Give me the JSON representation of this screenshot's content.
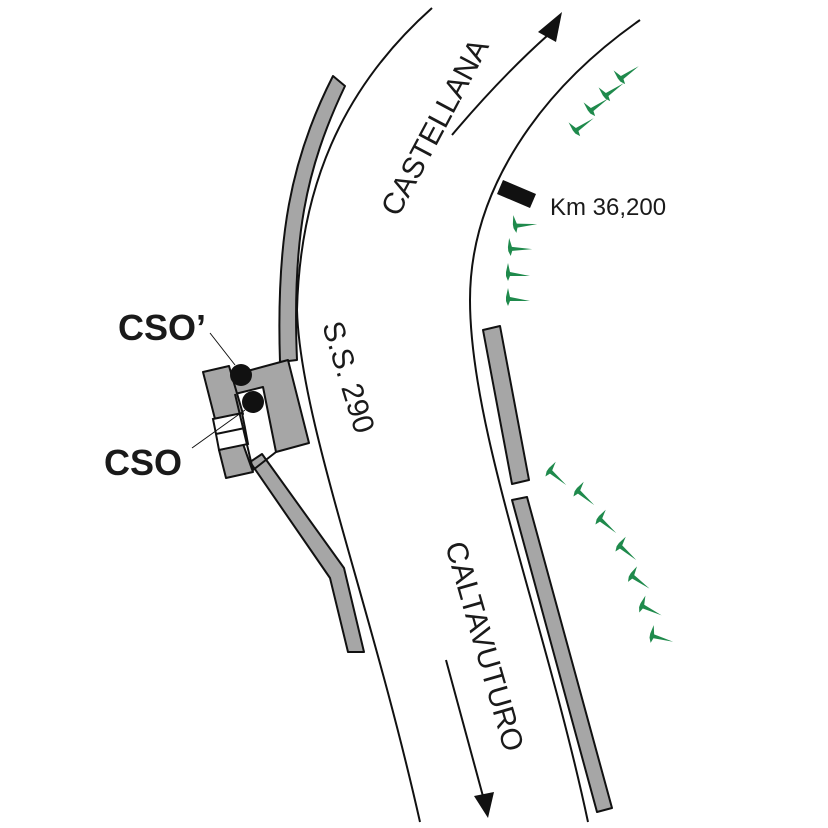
{
  "labels": {
    "road_name": "S.S. 290",
    "direction_north": "CASTELLANA",
    "direction_south": "CALTAVUTURO",
    "kilometer_marker": "Km 36,200",
    "cso_prime": "CSO’",
    "cso": "CSO"
  },
  "colors": {
    "vegetation": "#1f8a4c",
    "structure": "#a6a6a6",
    "line": "#111111"
  }
}
